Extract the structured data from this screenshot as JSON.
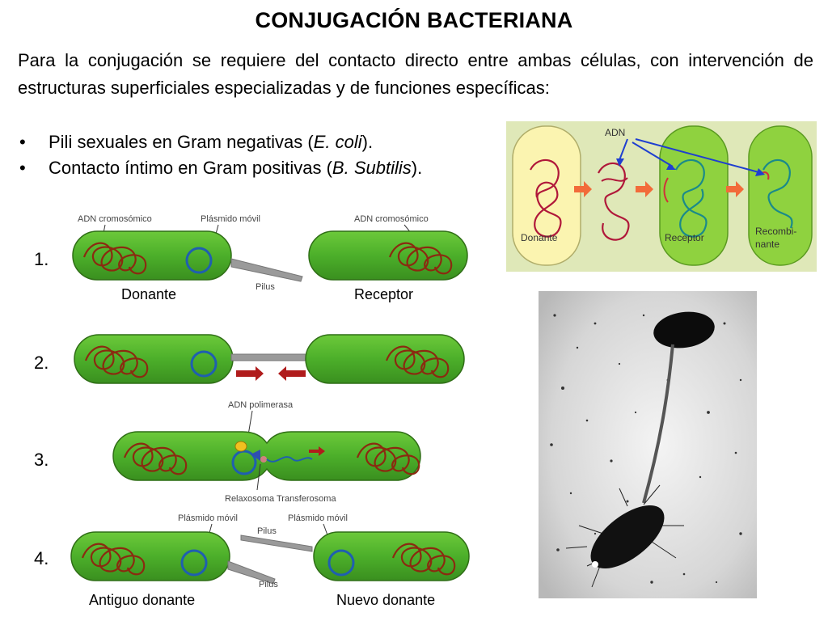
{
  "title": "CONJUGACIÓN BACTERIANA",
  "intro": "Para la conjugación se requiere del contacto directo entre ambas células, con intervención de estructuras superficiales especializadas y de funciones específicas:",
  "bullets": [
    {
      "prefix": "Pili sexuales en Gram negativas (",
      "italic": "E. coli",
      "suffix": ")."
    },
    {
      "prefix": "Contacto íntimo en Gram positivas (",
      "italic": "B. Subtilis",
      "suffix": ")."
    }
  ],
  "bullet_glyph": "•",
  "steps": {
    "s1": {
      "number": "1.",
      "dna_left": "ADN cromosómico",
      "plasmid": "Plásmido móvil",
      "dna_right": "ADN cromosómico",
      "pilus": "Pilus",
      "donor": "Donante",
      "recipient": "Receptor"
    },
    "s2": {
      "number": "2."
    },
    "s3": {
      "number": "3.",
      "polymerase": "ADN polimerasa",
      "relaxosome": "Relaxosoma Transferosoma"
    },
    "s4": {
      "number": "4.",
      "plasmid_left": "Plásmido móvil",
      "plasmid_right": "Plásmido móvil",
      "pilus_top": "Pilus",
      "pilus_bottom": "Pilus",
      "old_donor": "Antiguo donante",
      "new_donor": "Nuevo donante"
    }
  },
  "right_diagram": {
    "adn": "ADN",
    "donor": "Donante",
    "recipient": "Receptor",
    "recombinant_line1": "Recombi-",
    "recombinant_line2": "nante"
  },
  "micrograph": {
    "icon": "electron-micrograph-image"
  },
  "colors": {
    "cell_green": "#4caf2a",
    "cell_edge": "#2f6e16",
    "dna_brown": "#8b2a10",
    "plasmid_blue": "#1f5fb0",
    "pilus_gray": "#9a9a9a",
    "arrow_red": "#b01c1c",
    "capsule_yellow": "#fbf4b0",
    "capsule_green": "#8fd23f",
    "arrow_orange": "#f26b3a",
    "dna_crimson": "#b0183a",
    "dna_teal": "#1a8a8a",
    "adn_arrow_blue": "#1f3fd0"
  }
}
